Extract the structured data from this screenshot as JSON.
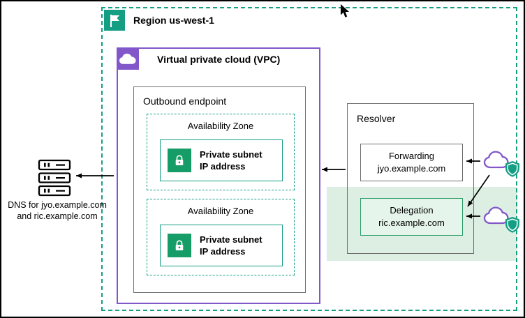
{
  "region": {
    "label": "Region us-west-1",
    "icon": "flag-icon"
  },
  "vpc": {
    "label": "Virtual private cloud (VPC)",
    "icon": "cloud-icon"
  },
  "outbound_endpoint": {
    "label": "Outbound endpoint"
  },
  "availability_zones": [
    {
      "label": "Availability Zone",
      "subnet": {
        "line1": "Private subnet",
        "line2": "IP address",
        "icon": "lock-icon"
      }
    },
    {
      "label": "Availability Zone",
      "subnet": {
        "line1": "Private subnet",
        "line2": "IP address",
        "icon": "lock-icon"
      }
    }
  ],
  "resolver": {
    "label": "Resolver",
    "rules": [
      {
        "name": "Forwarding",
        "domain": "jyo.example.com",
        "highlighted": false
      },
      {
        "name": "Delegation",
        "domain": "ric.example.com",
        "highlighted": true
      }
    ]
  },
  "dns_label": {
    "line1": "DNS for jyo.example.com",
    "line2": "and ric.example.com"
  },
  "external_clouds": [
    {
      "icon": "cloud-shield-icon",
      "linked_to": "Forwarding jyo.example.com"
    },
    {
      "icon": "cloud-shield-icon",
      "linked_to": "Delegation ric.example.com"
    }
  ],
  "colors": {
    "teal": "#149e84",
    "subnet_green": "#169c66",
    "purple": "#8257c9",
    "gray_border": "#6f6f6f",
    "highlight_band": "#dcefe2",
    "delegation_fill": "#e6f5eb",
    "delegation_border": "#2f9e6a",
    "arrow": "#000000"
  }
}
